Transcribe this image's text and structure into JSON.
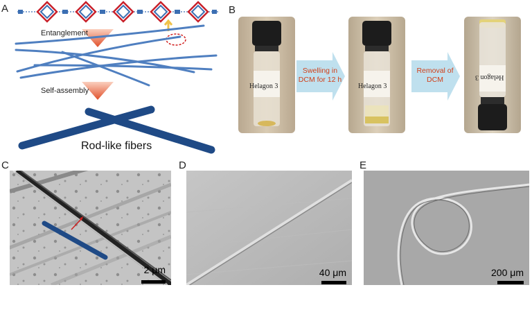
{
  "panels": {
    "a": {
      "letter": "A",
      "entanglement_label": "Entanglement",
      "self_assembly_label": "Self-assembly",
      "fibers_label": "Rod-like fibers"
    },
    "b": {
      "letter": "B",
      "vial_text": "Helagon 3",
      "step1_line1": "Swelling in",
      "step1_line2": "DCM for 12 h",
      "step2_line1": "Removal of",
      "step2_line2": "DCM"
    },
    "c": {
      "letter": "C",
      "scale": "2 μm"
    },
    "d": {
      "letter": "D",
      "scale": "40 μm"
    },
    "e": {
      "letter": "E",
      "scale": "200 μm"
    }
  },
  "colors": {
    "chain_blue": "#3c6fb3",
    "diamond_red": "#c8202a",
    "arrow_red": "#e0502a",
    "fiber_blue": "#1f4a86",
    "flow_arrow": "#bfe0ee",
    "step_text": "#d0411b"
  }
}
